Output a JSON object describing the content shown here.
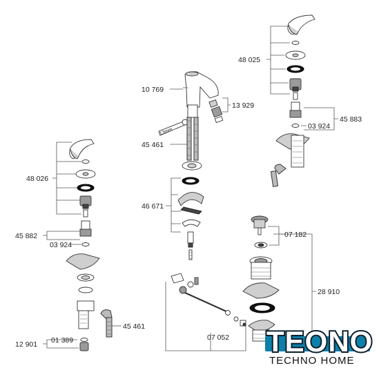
{
  "labels": {
    "l_10769": "10 769",
    "l_13929": "13 929",
    "l_13mm": "13mm",
    "l_45461a": "45 461",
    "l_46671": "46 671",
    "l_48025": "48 025",
    "l_45883": "45 883",
    "l_03924a": "03 924",
    "l_07182": "07 182",
    "l_28910": "28 910",
    "l_07052": "07 052",
    "l_48026": "48 026",
    "l_45882": "45 882",
    "l_03924b": "03 924",
    "l_45461b": "45 461",
    "l_12901": "12 901",
    "l_01389": "01 389"
  },
  "logo": {
    "brand": "TEONO",
    "tagline": "TECHNO HOME",
    "color": "#0e7fa8"
  }
}
